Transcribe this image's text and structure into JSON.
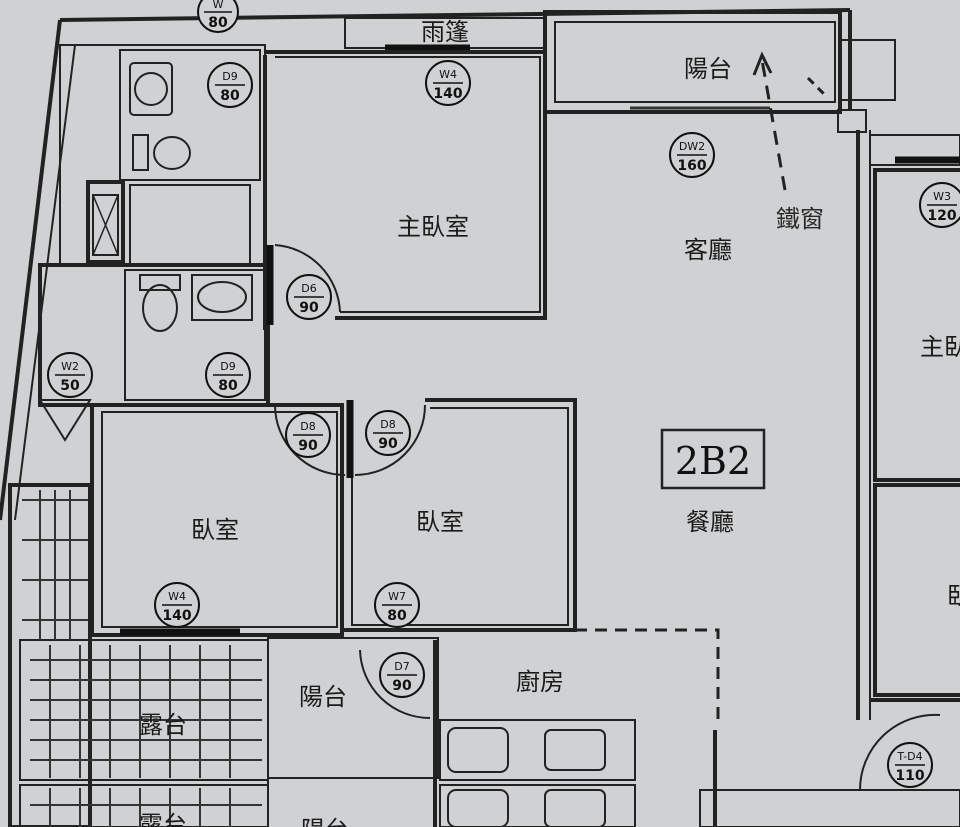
{
  "plan": {
    "unit_tag": "2B2",
    "rooms": {
      "rain_shelter": "雨篷",
      "balcony_top": "陽台",
      "iron_window": "鐵窗",
      "master_bedroom": "主臥室",
      "living_room": "客廳",
      "master_bedroom_right": "主臥",
      "bedroom_left": "臥室",
      "bedroom_mid": "臥室",
      "dining_room": "餐廳",
      "bedroom_right_cut": "臥",
      "balcony_mid": "陽台",
      "kitchen": "廚房",
      "terrace": "露台",
      "terrace_bottom": "露台",
      "balcony_bottom": "陽台"
    },
    "markers": [
      {
        "code": "W",
        "size": "80"
      },
      {
        "code": "D9",
        "size": "80"
      },
      {
        "code": "W4",
        "size": "140"
      },
      {
        "code": "DW2",
        "size": "160"
      },
      {
        "code": "W3",
        "size": "120"
      },
      {
        "code": "D6",
        "size": "90"
      },
      {
        "code": "W2",
        "size": "50"
      },
      {
        "code": "D9",
        "size": "80"
      },
      {
        "code": "D8",
        "size": "90"
      },
      {
        "code": "D8",
        "size": "90"
      },
      {
        "code": "W4",
        "size": "140"
      },
      {
        "code": "W7",
        "size": "80"
      },
      {
        "code": "D7",
        "size": "90"
      },
      {
        "code": "T-D4",
        "size": "110"
      }
    ]
  }
}
